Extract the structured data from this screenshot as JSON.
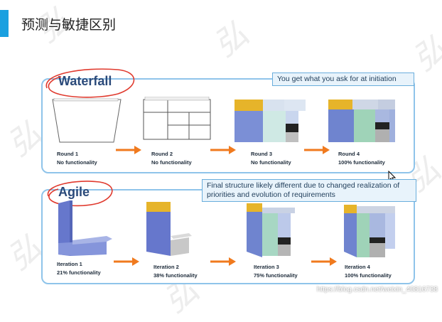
{
  "slide": {
    "title": "预测与敏捷区别"
  },
  "waterfall": {
    "label": "Waterfall",
    "banner": "You get what you ask for at initiation",
    "steps": [
      {
        "round": "Round  1",
        "functionality": "No functionality"
      },
      {
        "round": "Round  2",
        "functionality": "No functionality"
      },
      {
        "round": "Round  3",
        "functionality": "No functionality"
      },
      {
        "round": "Round  4",
        "functionality": "100% functionality"
      }
    ]
  },
  "agile": {
    "label": "Agile",
    "banner_line1": "Final structure likely different due to changed realization of",
    "banner_line2": "priorities and evolution of requirements",
    "steps": [
      {
        "round": "Iteration  1",
        "functionality": "21% functionality"
      },
      {
        "round": "Iteration  2",
        "functionality": "38% functionality"
      },
      {
        "round": "Iteration  3",
        "functionality": "75% functionality"
      },
      {
        "round": "Iteration  4",
        "functionality": "100% functionality"
      }
    ]
  },
  "watermark": {
    "glyph": "弘"
  },
  "footer": {
    "text": "https://blog.csdn.net/weixin_40816738"
  },
  "colors": {
    "accent": "#1aa0e0",
    "circle": "#e03a2e",
    "arrow": "#f07a1e",
    "panel_border": "#8fc4ea"
  }
}
